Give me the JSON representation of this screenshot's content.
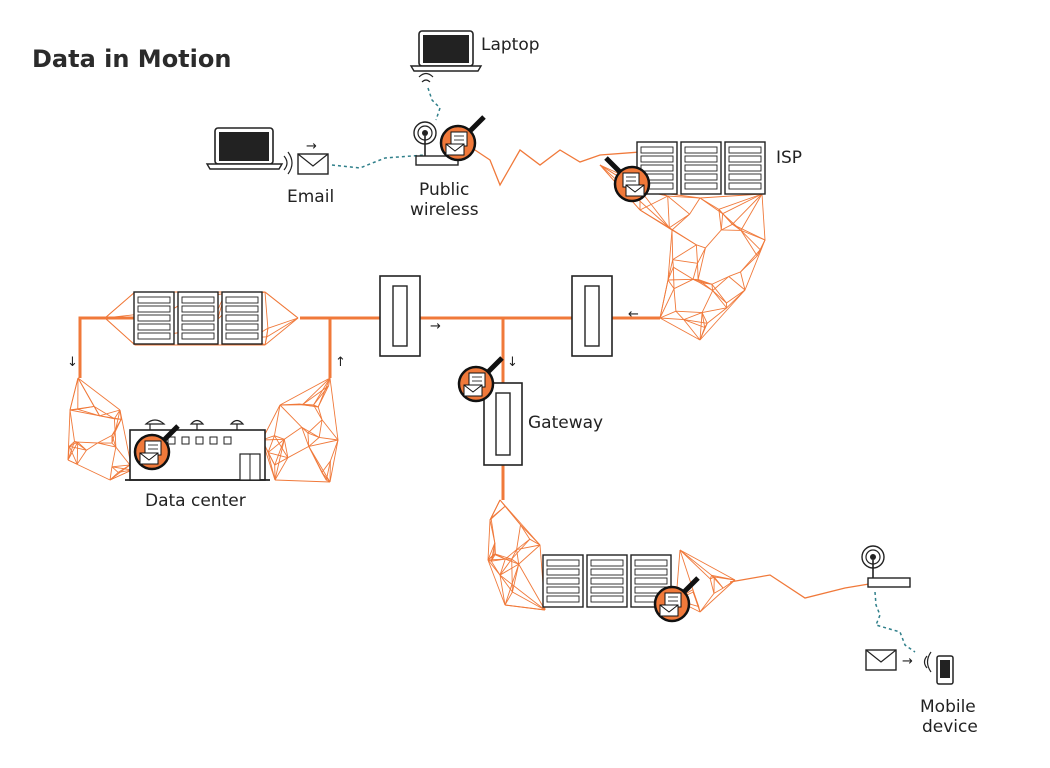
{
  "title": "Data in Motion",
  "labels": {
    "laptop": "Laptop",
    "email": "Email",
    "public_wireless_1": "Public",
    "public_wireless_2": "wireless",
    "isp": "ISP",
    "gateway": "Gateway",
    "data_center": "Data center",
    "mobile_1": "Mobile",
    "mobile_2": "device"
  },
  "arrows": {
    "right": "→",
    "left": "←",
    "down": "↓",
    "up": "↑"
  },
  "icons": [
    "laptop-icon",
    "email-envelope-icon",
    "wireless-antenna-icon",
    "magnifier-document-icon",
    "server-rack-icon",
    "firewall-icon",
    "data-center-building-icon",
    "mobile-phone-icon"
  ],
  "colors": {
    "network": "#f0793a",
    "wireless_link": "#2f7f8a",
    "outline": "#222222"
  }
}
